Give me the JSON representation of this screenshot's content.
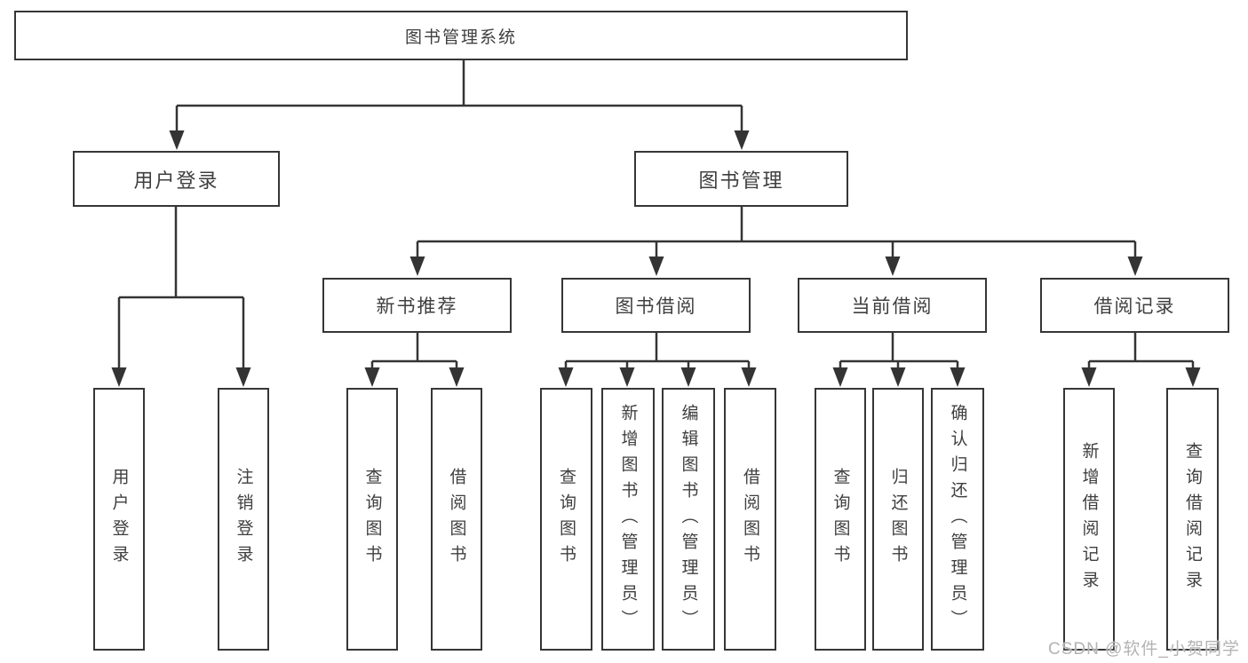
{
  "diagram": {
    "root": "图书管理系统",
    "level2": {
      "user_login": "用户登录",
      "book_mgmt": "图书管理"
    },
    "level3": {
      "new_book_recommend": "新书推荐",
      "book_borrow": "图书借阅",
      "current_borrow": "当前借阅",
      "borrow_records": "借阅记录"
    },
    "leaves": {
      "user_login": "用户登录",
      "logout": "注销登录",
      "nb_query_books": "查询图书",
      "nb_borrow_books": "借阅图书",
      "bb_query_books": "查询图书",
      "bb_add_books_admin": "新增图书（管理员）",
      "bb_edit_books_admin": "编辑图书（管理员）",
      "bb_borrow_books": "借阅图书",
      "cb_query_books": "查询图书",
      "cb_return_books": "归还图书",
      "cb_confirm_return_admin": "确认归还（管理员）",
      "br_add_record": "新增借阅记录",
      "br_query_record": "查询借阅记录"
    },
    "watermark": "CSDN @软件_小贺同学",
    "line_color": "#343434"
  }
}
